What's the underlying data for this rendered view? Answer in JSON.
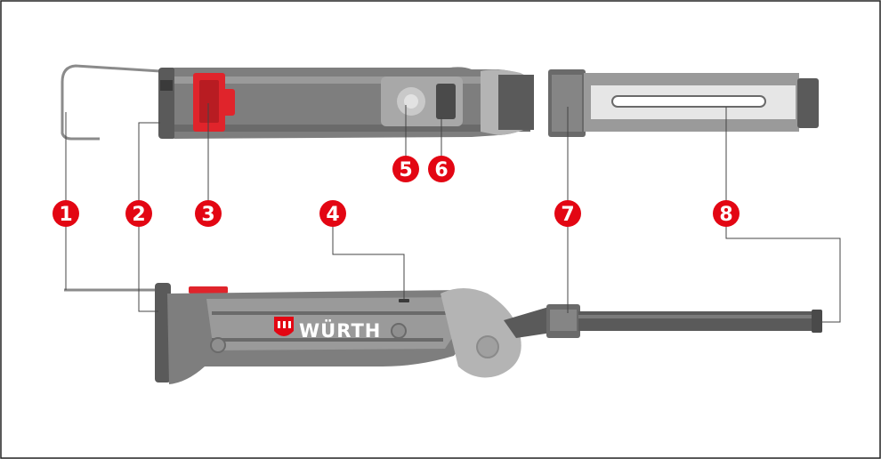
{
  "brand": {
    "name": "WÜRTH"
  },
  "callouts": [
    {
      "number": "1",
      "target": "hanging-hook"
    },
    {
      "number": "2",
      "target": "rear-end-cap"
    },
    {
      "number": "3",
      "target": "magnet-clip"
    },
    {
      "number": "4",
      "target": "charging-indicator"
    },
    {
      "number": "5",
      "target": "power-button"
    },
    {
      "number": "6",
      "target": "mode-button"
    },
    {
      "number": "7",
      "target": "pivot-joint"
    },
    {
      "number": "8",
      "target": "led-panel"
    }
  ],
  "colors": {
    "callout_red": "#e30613",
    "body_grey": "#8b8b8b",
    "dark_grey": "#4a4a4a",
    "light_grey": "#c8c8c8",
    "clip_red": "#e0242b",
    "frame": "#222222"
  }
}
